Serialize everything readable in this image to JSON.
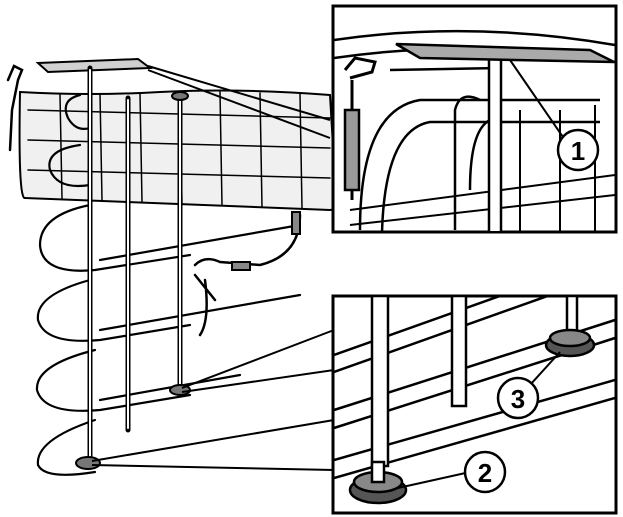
{
  "figure": {
    "callouts": [
      {
        "id": "1",
        "label": "1"
      },
      {
        "id": "2",
        "label": "2"
      },
      {
        "id": "3",
        "label": "3"
      }
    ],
    "colors": {
      "line": "#000000",
      "gray": "#b7b7b7",
      "light_gray": "#e6e6e6",
      "background": "#ffffff"
    }
  }
}
